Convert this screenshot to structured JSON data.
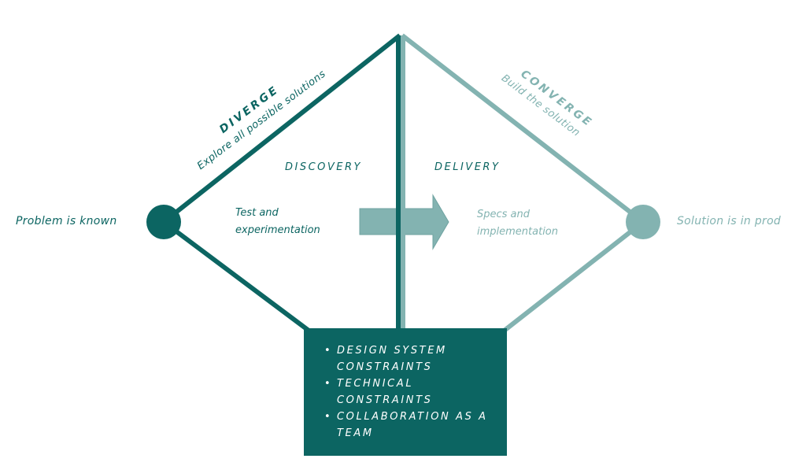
{
  "colors": {
    "discovery": "#0c6562",
    "delivery": "#83b3b1",
    "box_bg": "#0c6562",
    "box_text": "#ffffff",
    "background": "#ffffff"
  },
  "nodes": {
    "start_label": "Problem is known",
    "end_label": "Solution is in prod"
  },
  "diverge": {
    "title": "DIVERGE",
    "subtitle": "Explore all possible solutions"
  },
  "converge": {
    "title": "CONVERGE",
    "subtitle": "Build the solution"
  },
  "phases": {
    "discovery": {
      "title": "DISCOVERY",
      "line1": "Test and",
      "line2": "experimentation"
    },
    "delivery": {
      "title": "DELIVERY",
      "line1": "Specs and",
      "line2": "implementation"
    }
  },
  "arrow": {
    "icon": "right-arrow-icon",
    "direction": "right"
  },
  "constraints": {
    "items": [
      "DESIGN SYSTEM CONSTRAINTS",
      "TECHNICAL CONSTRAINTS",
      "COLLABORATION AS A TEAM"
    ]
  }
}
